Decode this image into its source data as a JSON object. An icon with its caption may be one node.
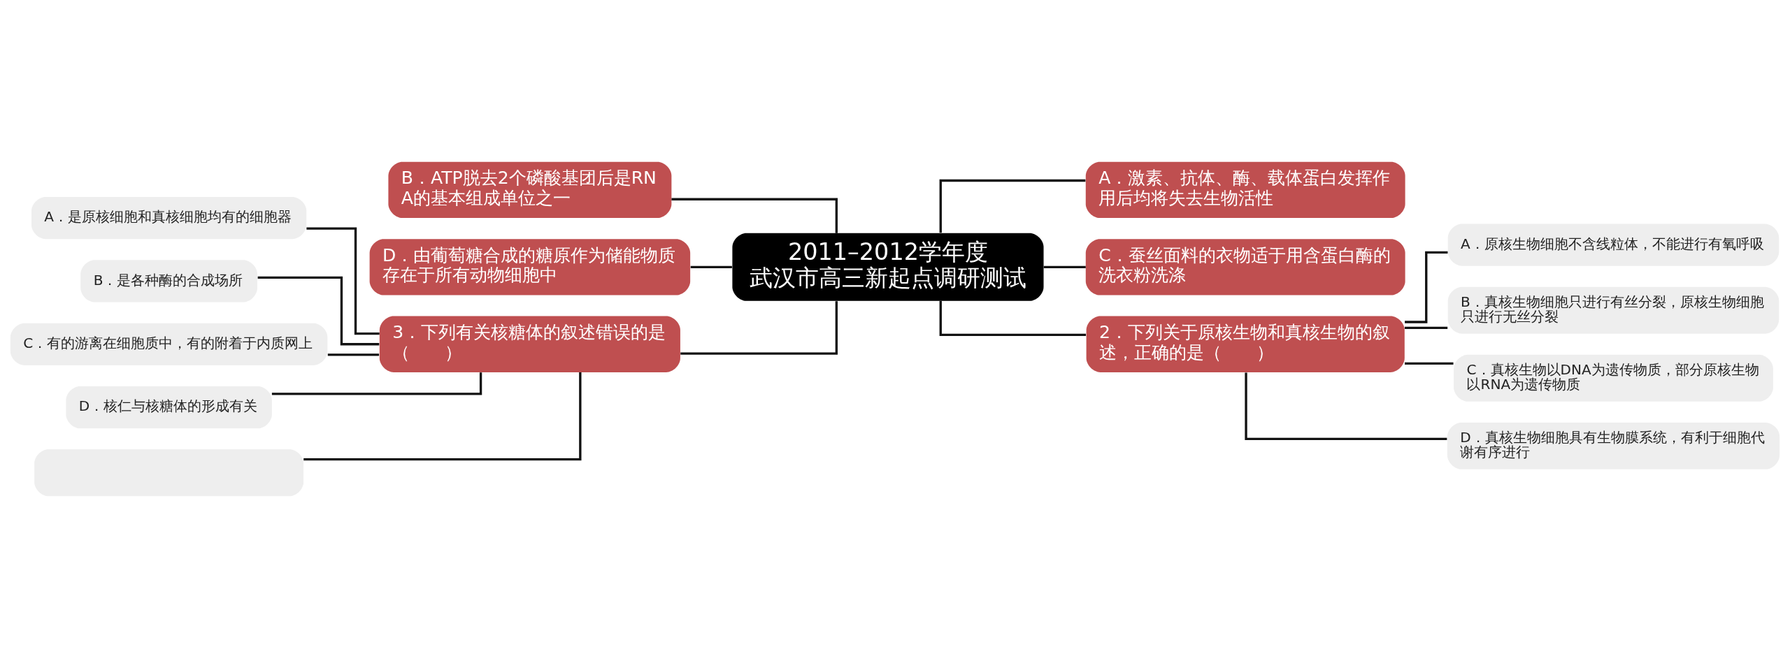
{
  "diagram": {
    "nodes": [
      {
        "text": [
          "2011–2012学年度武汉市高三新起点调研测试"
        ]
      },
      {
        "text": [
          "B．ATP脱去2个磷酸基团后是RNA的基本组成单位之一"
        ]
      },
      {
        "text": [
          "D．由葡萄糖合成的糖原作为储能物质存在于所有动物细胞中"
        ]
      },
      {
        "text": [
          "3．下列有关核糖体的叙述错误的是（　　）"
        ]
      },
      {
        "text": [
          "A．是原核细胞和真核细胞均有的细胞器"
        ]
      },
      {
        "text": [
          "B．是各种酶的合成场所"
        ]
      },
      {
        "text": [
          "C．有的游离在细胞质中，有的附着于内质网上"
        ]
      },
      {
        "text": [
          "D．核仁与核糖体的形成有关"
        ]
      },
      {
        "text": [],
        "shape": "box"
      },
      {
        "text": [
          "A．激素、抗体、酶、载体蛋白发挥作用后均将失去生物活性"
        ]
      },
      {
        "text": [
          "C．蚕丝面料的衣物适于用含蛋白酶的洗衣粉洗涤"
        ]
      },
      {
        "text": [
          "2．下列关于原核生物和真核生物的叙述，正确的是（　　）"
        ]
      },
      {
        "text": [
          "A．原核生物细胞不含线粒体，不能进行有氧呼吸"
        ]
      },
      {
        "text": [
          "B．真核生物细胞只进行有丝分裂，原核生物细胞只进行无丝分裂"
        ]
      },
      {
        "text": [
          "C．真核生物以DNA为遗传物质，部分原核生物以RNA为遗传物质"
        ]
      },
      {
        "text": [
          "D．真核生物细胞具有生物膜系统，有利于细胞代谢有序进行"
        ]
      }
    ],
    "edges": [
      {
        "from": 0,
        "to": 1,
        "arrow": "none"
      },
      {
        "from": 0,
        "to": 2,
        "arrow": "none"
      },
      {
        "from": 0,
        "to": 3,
        "arrow": "none"
      },
      {
        "from": 3,
        "to": 4,
        "arrow": "none"
      },
      {
        "from": 3,
        "to": 5,
        "arrow": "none"
      },
      {
        "from": 3,
        "to": 6,
        "arrow": "none"
      },
      {
        "from": 3,
        "to": 7,
        "arrow": "none"
      },
      {
        "from": 3,
        "to": 8,
        "arrow": "none"
      },
      {
        "from": 0,
        "to": 9,
        "arrow": "none"
      },
      {
        "from": 0,
        "to": 10,
        "arrow": "none"
      },
      {
        "from": 0,
        "to": 11,
        "arrow": "none"
      },
      {
        "from": 11,
        "to": 12,
        "arrow": "none"
      },
      {
        "from": 11,
        "to": 13,
        "arrow": "none"
      },
      {
        "from": 11,
        "to": 14,
        "arrow": "none"
      },
      {
        "from": 11,
        "to": 15,
        "arrow": "none"
      }
    ]
  }
}
